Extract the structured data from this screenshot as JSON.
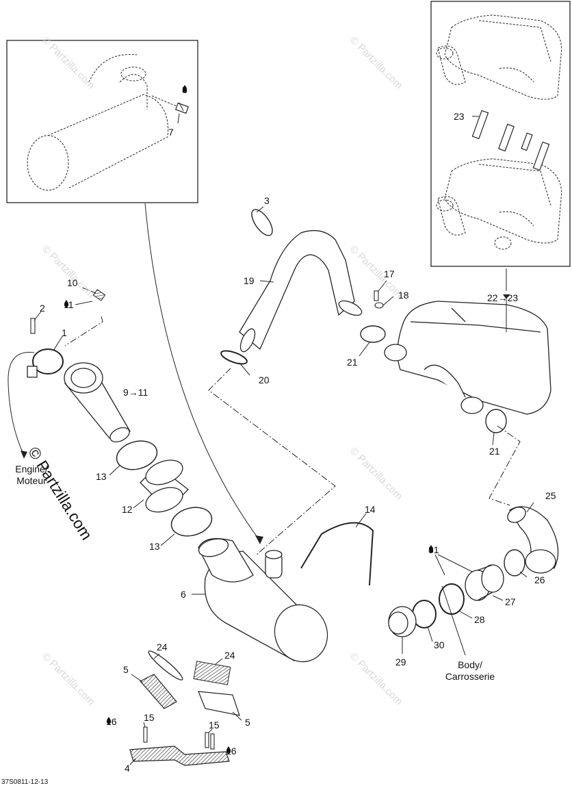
{
  "diagram": {
    "reference": "37S0811-12-13",
    "watermark": "© Partzilla.com",
    "body_label": [
      "Body/",
      "Carrosserie"
    ],
    "engine_label": [
      "Engine/",
      "Moteur"
    ]
  },
  "callouts": [
    {
      "id": "c3",
      "text": "3"
    },
    {
      "id": "c7",
      "text": "7"
    },
    {
      "id": "c8",
      "text": "8"
    },
    {
      "id": "c23",
      "text": "23"
    },
    {
      "id": "c2223",
      "text": "22→23"
    },
    {
      "id": "c10",
      "text": "10"
    },
    {
      "id": "c11",
      "text": "11"
    },
    {
      "id": "c2",
      "text": "2"
    },
    {
      "id": "c1",
      "text": "1"
    },
    {
      "id": "c911",
      "text": "9→11"
    },
    {
      "id": "c19",
      "text": "19"
    },
    {
      "id": "c17",
      "text": "17"
    },
    {
      "id": "c18",
      "text": "18"
    },
    {
      "id": "c21a",
      "text": "21"
    },
    {
      "id": "c21b",
      "text": "21"
    },
    {
      "id": "c20",
      "text": "20"
    },
    {
      "id": "c13a",
      "text": "13"
    },
    {
      "id": "c12",
      "text": "12"
    },
    {
      "id": "c13b",
      "text": "13"
    },
    {
      "id": "c14",
      "text": "14"
    },
    {
      "id": "c25",
      "text": "25"
    },
    {
      "id": "c31",
      "text": "31"
    },
    {
      "id": "c26",
      "text": "26"
    },
    {
      "id": "c27",
      "text": "27"
    },
    {
      "id": "c28",
      "text": "28"
    },
    {
      "id": "c30",
      "text": "30"
    },
    {
      "id": "c29",
      "text": "29"
    },
    {
      "id": "c6",
      "text": "6"
    },
    {
      "id": "c24a",
      "text": "24"
    },
    {
      "id": "c24b",
      "text": "24"
    },
    {
      "id": "c5a",
      "text": "5"
    },
    {
      "id": "c5b",
      "text": "5"
    },
    {
      "id": "c16a",
      "text": "16"
    },
    {
      "id": "c15a",
      "text": "15"
    },
    {
      "id": "c15b",
      "text": "15"
    },
    {
      "id": "c16b",
      "text": "16"
    },
    {
      "id": "c4",
      "text": "4"
    }
  ]
}
